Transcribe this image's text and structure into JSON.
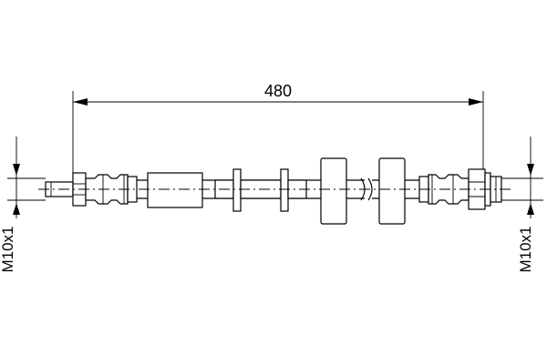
{
  "drawing": {
    "length_dimension": "480",
    "left_thread": "M10x1",
    "right_thread": "M10x1"
  }
}
